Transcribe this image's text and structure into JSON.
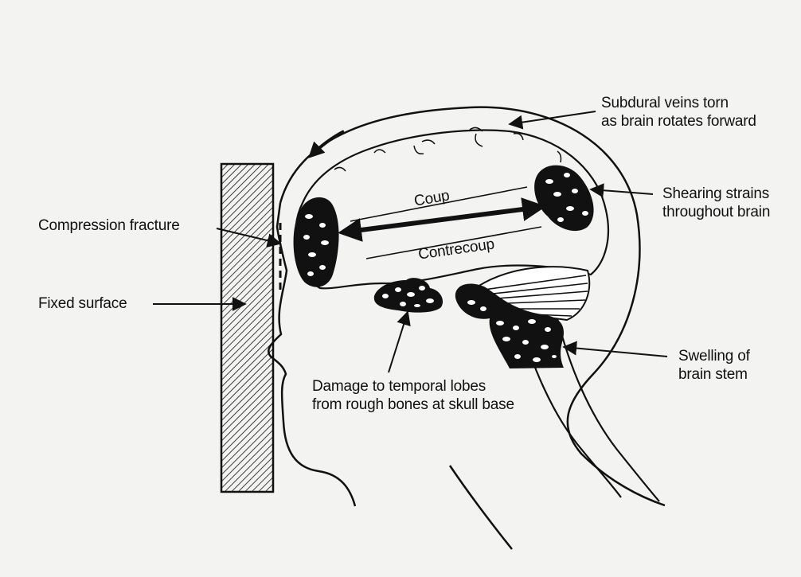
{
  "diagram": {
    "labels": {
      "subdural_line1": "Subdural veins torn",
      "subdural_line2": "as brain rotates forward",
      "shearing_line1": "Shearing strains",
      "shearing_line2": "throughout brain",
      "compression": "Compression fracture",
      "fixed_surface": "Fixed surface",
      "coup": "Coup",
      "contrecoup": "Contrecoup",
      "temporal_line1": "Damage to temporal lobes",
      "temporal_line2": "from rough bones at skull base",
      "swelling_line1": "Swelling of",
      "swelling_line2": "brain stem"
    },
    "colors": {
      "ink": "#111111",
      "paper": "#f3f3f1"
    }
  }
}
